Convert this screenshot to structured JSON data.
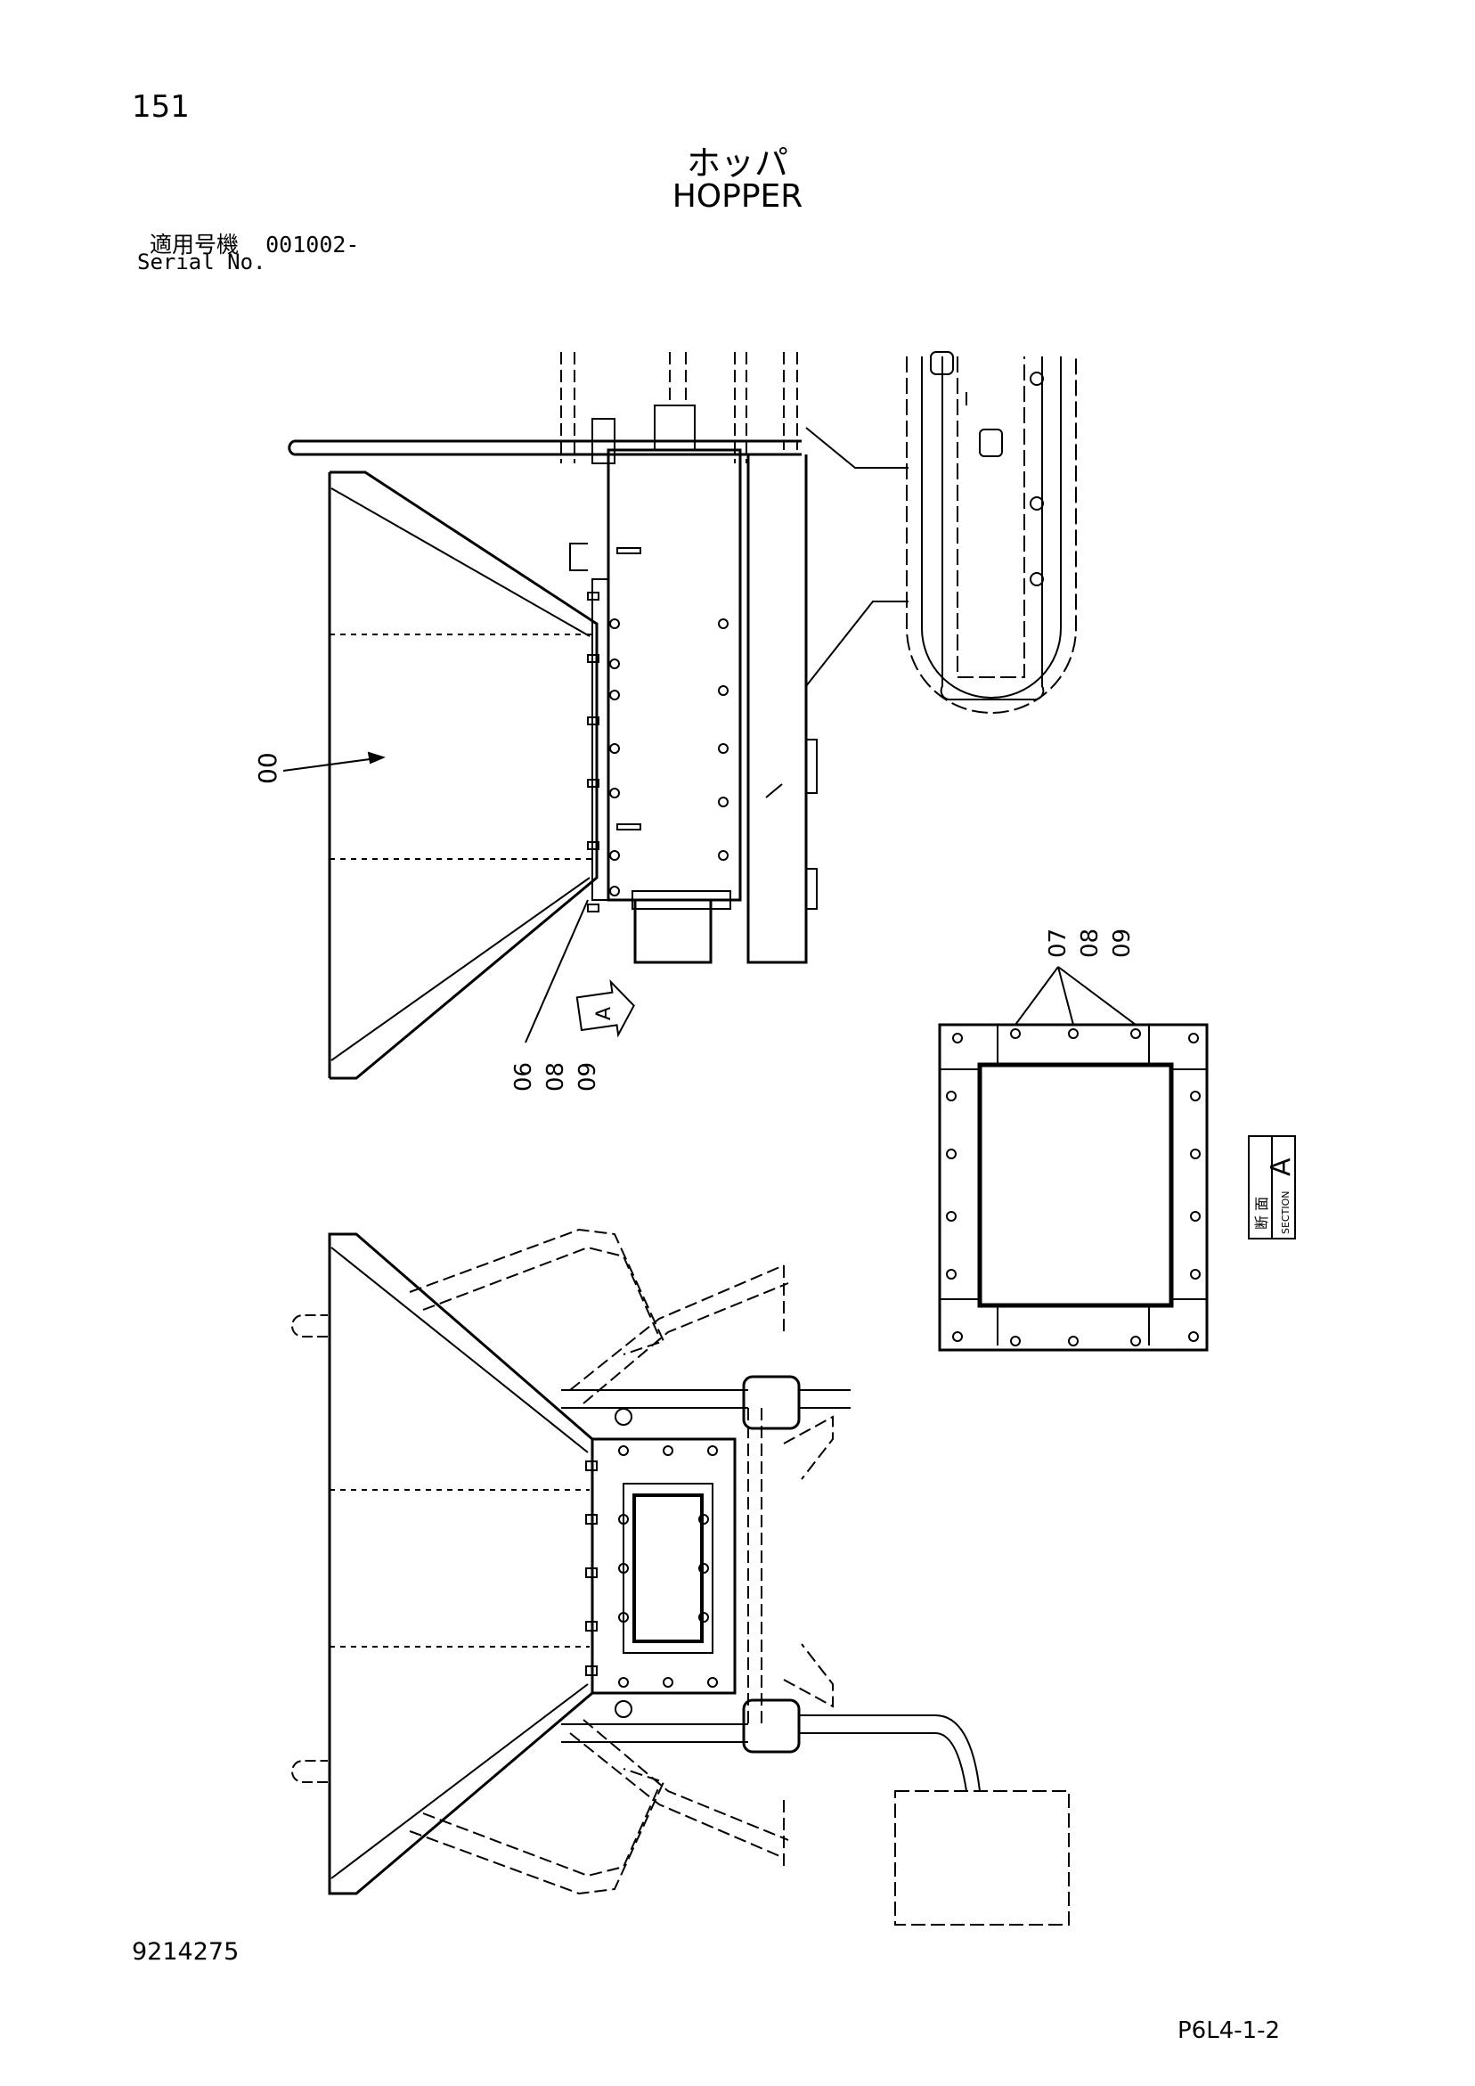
{
  "header": {
    "page_number": "151",
    "title_jp": "ホッパ",
    "title_en": "HOPPER",
    "serial_label_jp": "適用号機",
    "serial_value": "001002-",
    "serial_label_en": "Serial No."
  },
  "callouts": {
    "hopper": "00",
    "bolts_left": [
      "06",
      "08",
      "09"
    ],
    "bolts_section": [
      "07",
      "08",
      "09"
    ],
    "view_marker": "A"
  },
  "section_label": {
    "jp": "断 面",
    "en": "SECTION",
    "letter": "A"
  },
  "footer": {
    "doc_number": "9214275",
    "page_code": "P6L4-1-2"
  }
}
